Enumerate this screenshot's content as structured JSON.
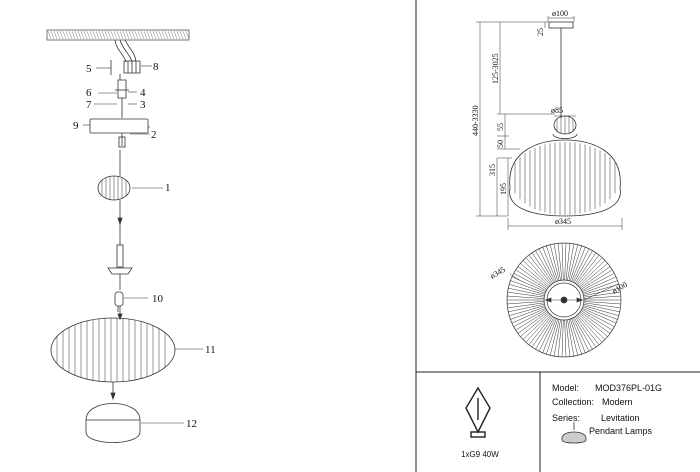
{
  "exploded_view": {
    "callouts": [
      "1",
      "2",
      "3",
      "4",
      "5",
      "6",
      "7",
      "8",
      "9",
      "10",
      "11",
      "12"
    ]
  },
  "dimensions": {
    "top": {
      "canopy_diameter": "ø100",
      "canopy_height": "25",
      "cable_length": "125-3025"
    },
    "overall_height": "440-3330",
    "knob_diameter": "ø85",
    "knob_height": "55",
    "neck_height": "50",
    "shade_height": "315",
    "lower_height": "195",
    "shade_diameter": "ø345",
    "plan_outer_diameter": "ø345",
    "plan_inner_diameter": "ø100"
  },
  "bulb": {
    "label": "1xG9 40W"
  },
  "info_block": {
    "model_label": "Model:",
    "model_value": "MOD376PL-01G",
    "collection_label": "Collection:",
    "collection_value": "Modern",
    "series_label": "Series:",
    "series_value": "Levitation",
    "type_value": "Pendant Lamps"
  }
}
